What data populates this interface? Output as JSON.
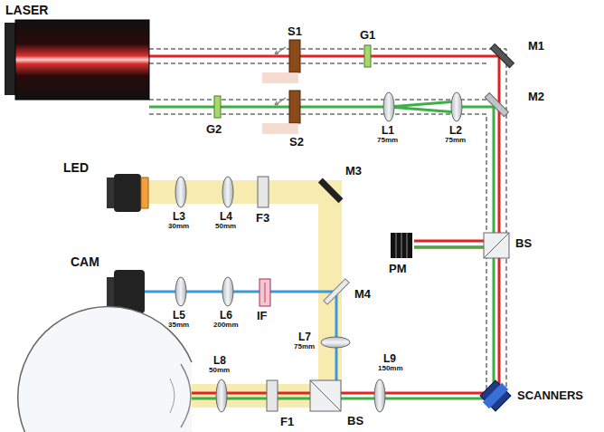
{
  "diagram": {
    "labels": [
      "LASER",
      "S1",
      "G1",
      "M1",
      "M2",
      "G2",
      "S2",
      "L1",
      "75mm",
      "L2",
      "75mm",
      "LED",
      "L3",
      "30mm",
      "L4",
      "50mm",
      "F3",
      "M3",
      "BS",
      "PM",
      "CAM",
      "L5",
      "35mm",
      "L6",
      "200mm",
      "IF",
      "M4",
      "L7",
      "75mm",
      "L8",
      "50mm",
      "L9",
      "150mm",
      "F1",
      "BS",
      "SCANNERS"
    ]
  }
}
